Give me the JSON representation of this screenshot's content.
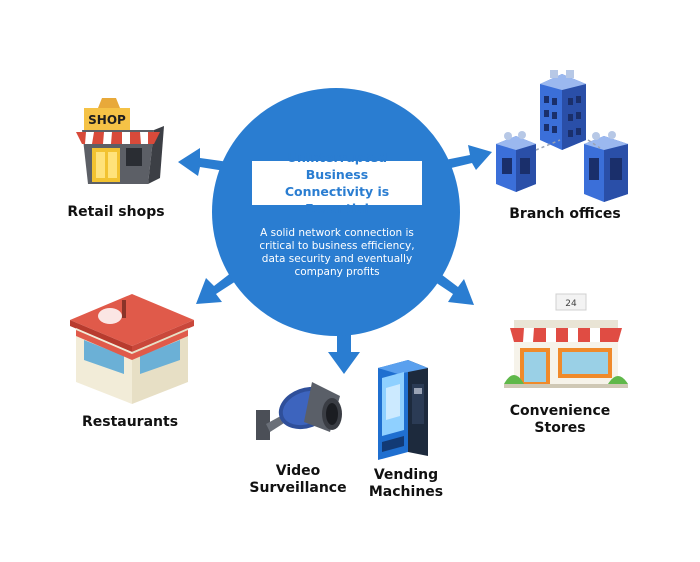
{
  "center": {
    "title": "Uninterrupted Business\nConnectivity is Essential",
    "description": "A solid network connection is\ncritical to business efficiency,\ndata security and eventually\ncompany profits"
  },
  "nodes": [
    {
      "id": "retail",
      "label": "Retail shops",
      "icon": "shop-icon"
    },
    {
      "id": "branch",
      "label": "Branch offices",
      "icon": "office-buildings-icon"
    },
    {
      "id": "restaurants",
      "label": "Restaurants",
      "icon": "restaurant-icon"
    },
    {
      "id": "convenience",
      "label": "Convenience\nStores",
      "icon": "convenience-store-icon"
    },
    {
      "id": "video",
      "label": "Video\nSurveillance",
      "icon": "security-camera-icon"
    },
    {
      "id": "vending",
      "label": "Vending\nMachines",
      "icon": "vending-machine-icon"
    }
  ],
  "icon_text": {
    "shop_sign": "SHOP",
    "store_sign": "24"
  },
  "colors": {
    "hub": "#2a7dd1",
    "arrow": "#2a7dd1",
    "building_blue": "#3b6fd9"
  }
}
